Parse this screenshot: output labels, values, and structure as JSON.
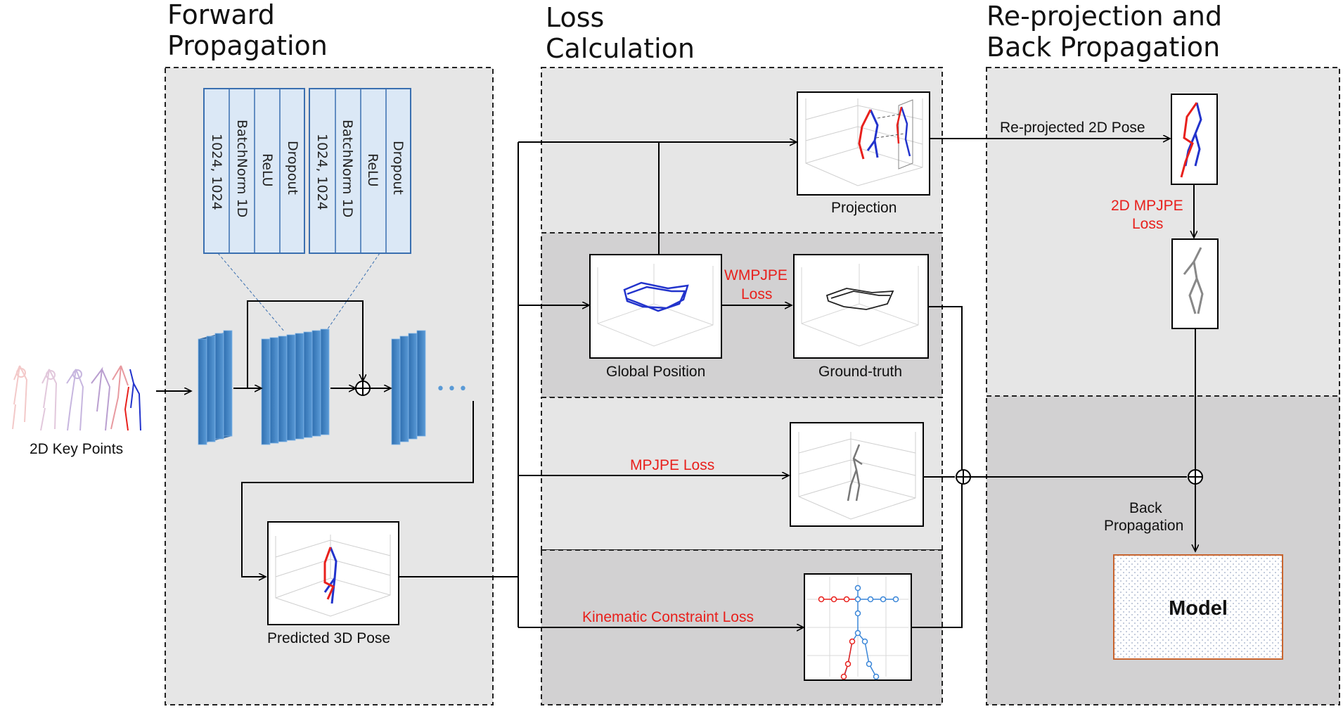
{
  "sections": {
    "forward": {
      "title_line1": "Forward",
      "title_line2": "Propagation"
    },
    "loss": {
      "title_line1": "Loss",
      "title_line2": "Calculation"
    },
    "reproj": {
      "title_line1": "Re-projection and",
      "title_line2": "Back Propagation"
    }
  },
  "network": {
    "block_a": [
      "1024, 1024",
      "BatchNorm 1D",
      "ReLU",
      "Dropout"
    ],
    "block_b": [
      "1024, 1024",
      "BatchNorm 1D",
      "ReLU",
      "Dropout"
    ],
    "ellipsis": "•••"
  },
  "labels": {
    "key_points": "2D Key Points",
    "predicted_pose": "Predicted 3D Pose",
    "projection": "Projection",
    "global_position": "Global Position",
    "ground_truth": "Ground-truth",
    "wmpjpe_line1": "WMPJPE",
    "wmpjpe_line2": "Loss",
    "mpjpe": "MPJPE Loss",
    "kinematic": "Kinematic Constraint Loss",
    "reprojected": "Re-projected 2D Pose",
    "mpjpe2d_line1": "2D MPJPE",
    "mpjpe2d_line2": "Loss",
    "back_line1": "Back",
    "back_line2": "Propagation",
    "model": "Model"
  },
  "colors": {
    "loss_label": "#e8201c",
    "panel_light": "#e6e6e6",
    "panel_dark": "#d2d1d2",
    "layer_blue": "#3f83c4",
    "fc_fill": "#dbe8f6",
    "fc_stroke": "#3a6fb0",
    "model_border": "#c8642e",
    "pose_red": "#e8201c",
    "pose_blue": "#2233cc"
  }
}
